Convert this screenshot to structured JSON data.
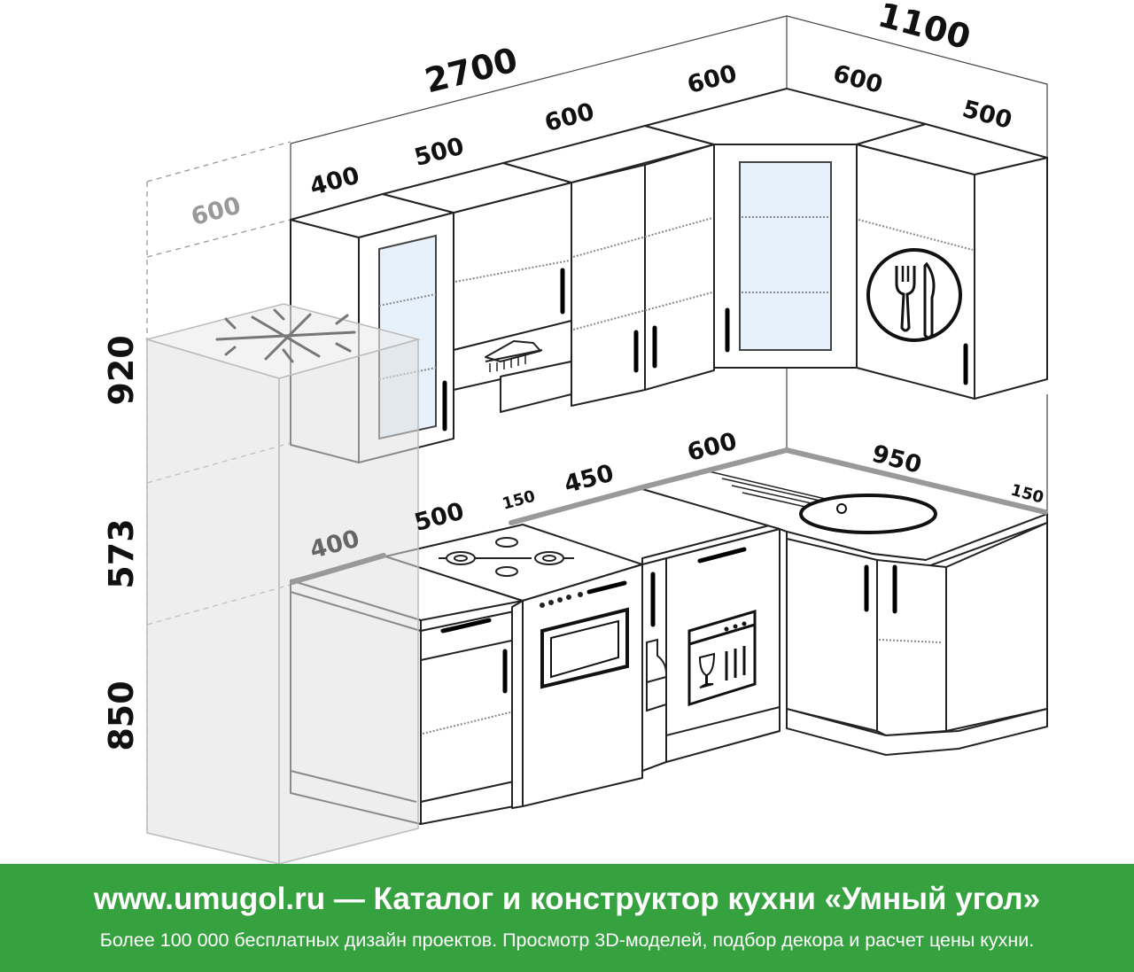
{
  "dimensions": {
    "total_wall_width": "2700",
    "corner_wall_width": "1100",
    "fridge_depth": "600",
    "upper_cab_1": "400",
    "upper_cab_2": "500",
    "upper_cab_3": "600",
    "upper_cab_4": "600",
    "upper_corner_1": "600",
    "upper_corner_2": "500",
    "height_upper": "920",
    "height_middle": "573",
    "height_base": "850",
    "base_fridge_gap": "400",
    "base_cab_1": "500",
    "filler_left": "150",
    "base_stove": "450",
    "base_cab_3": "600",
    "base_corner": "950",
    "filler_right": "150"
  },
  "banner": {
    "title": "www.umugol.ru — Каталог и конструктор кухни «Умный угол»",
    "subtitle": "Более 100 000 бесплатных дизайн проектов. Просмотр 3D-моделей, подбор декора и расчет цены кухни."
  },
  "colors": {
    "banner_bg": "#36a13f",
    "line": "#222222",
    "glass": "#e6f1fb",
    "ghost_fridge": "#e0e0e0"
  }
}
